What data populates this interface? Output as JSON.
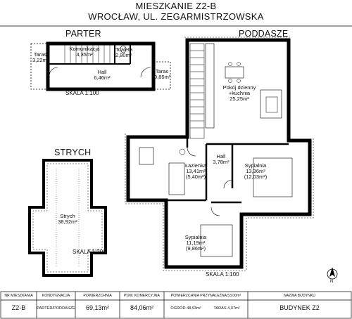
{
  "header": {
    "title": "MIESZKANIE Z2-B",
    "address": "WROCŁAW, UL. ZEGARMISTRZOWSKA"
  },
  "sections": {
    "parter": "PARTER",
    "poddasze": "PODDASZE",
    "strych": "STRYCH"
  },
  "scales": {
    "parter": "SKALA 1:100",
    "strych": "SKALA 1:200",
    "poddasze": "SKALA 1:100"
  },
  "rooms": {
    "taras_left": {
      "name": "Taras",
      "area": "3,22m²"
    },
    "komunikacja": {
      "name": "Komunikacja",
      "area": "4,35m²"
    },
    "toaleta": {
      "name": "Toaleta",
      "area": "2,80m²"
    },
    "hall_parter": {
      "name": "Hall",
      "area": "6,46m²"
    },
    "taras_right": {
      "name": "Taras",
      "area": "0,85m²"
    },
    "pokoj": {
      "name": "Pokój dzienny",
      "name2": "+kuchnia",
      "area": "25,25m²"
    },
    "lazienka": {
      "name": "Łazienka",
      "area": "13,41m²",
      "area2": "(5,40m²)"
    },
    "hall_poddasze": {
      "name": "Hall",
      "area": "3,78m²"
    },
    "sypialnia1": {
      "name": "Sypialnia",
      "area": "13,36m²",
      "area2": "(12,03m²)"
    },
    "sypialnia2": {
      "name": "Sypialnia",
      "area": "11,19m²",
      "area2": "(9,86m²)"
    },
    "strych": {
      "name": "Strych",
      "area": "38,92m²"
    }
  },
  "compass": {
    "label": "N"
  },
  "table": {
    "headers": [
      "NR MIESZKANIA",
      "KONDYGNACJA",
      "POWIERZCHNIA",
      "POW. KOMERCYJNA",
      "POWIERZCHNIA PRZYNALEŻNA 53,00m²",
      "NAZWA BUDYNKU"
    ],
    "values": {
      "nr": "Z2-B",
      "kondygnacja": "PARTER/PODDASZE",
      "powierzchnia": "69,13m²",
      "komercyjna": "84,06m²",
      "ogrod": "OGRÓD 48,93m²",
      "taras": "TARAS 4,07m²",
      "budynek": "BUDYNEK Z2"
    }
  }
}
